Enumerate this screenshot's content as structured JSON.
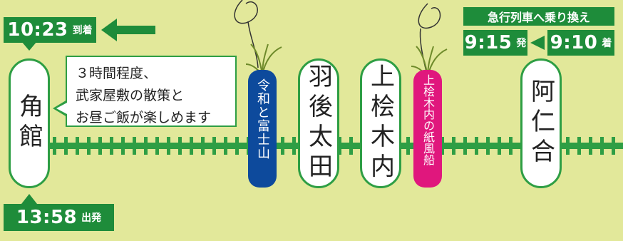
{
  "arrival_top": {
    "time": "10:23",
    "label": "到着"
  },
  "departure_bottom": {
    "time": "13:58",
    "label": "出発"
  },
  "note": {
    "line1": "３時間程度、",
    "line2": "武家屋敷の散策と",
    "line3": "お昼ご飯が楽しめます"
  },
  "stations": {
    "kakunodate": "角館",
    "hagoota": "羽後太田",
    "kamikunaizaki": "上桧木内",
    "ani": "阿仁合"
  },
  "events": {
    "reiwa": "令和と富士山",
    "kamiyo": "上桧木内の紙風船"
  },
  "transfer": {
    "title": "急行列車へ乗り換え",
    "dep_time": "9:15",
    "dep_label": "発",
    "arr_time": "9:10",
    "arr_label": "着"
  },
  "colors": {
    "background": "#e2e89a",
    "track": "#2e9e44",
    "box_green": "#1e8c3a",
    "reiwa_pill": "#0d4a9c",
    "kamiyo_pill": "#e0177d"
  }
}
